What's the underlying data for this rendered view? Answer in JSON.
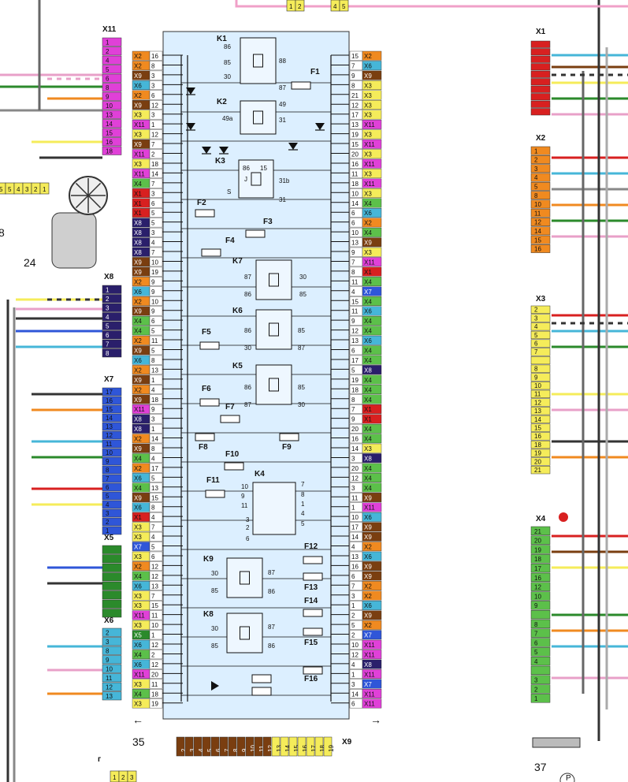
{
  "colors": {
    "block_fill": "#dcefff",
    "magenta": "#e040d8",
    "navy": "#2a1f6b",
    "blue": "#2f56d8",
    "green": "#2b8a2b",
    "cyan": "#46b6d8",
    "red": "#d82020",
    "orange": "#f08a20",
    "yellow": "#f5ec5a",
    "light_green": "#5cc04a",
    "brown": "#7a3e10",
    "purple": "#6a2a8a"
  },
  "mount_block": {
    "id": "35"
  },
  "components": {
    "wiper_motor": "24",
    "oil_sensor": "37",
    "oil_sensor_symbol": "P",
    "top_connector_a": [
      "1",
      "2"
    ],
    "top_connector_b": [
      "4",
      "5"
    ],
    "left_connector": [
      "5",
      "5",
      "4",
      "3",
      "2",
      "1"
    ],
    "bottom_connector": [
      "1",
      "2",
      "3"
    ],
    "cut_mark": "8",
    "bottom_mark": "г"
  },
  "left_connectors": {
    "x11": {
      "title": "X11",
      "pins": [
        "1",
        "2",
        "4",
        "5",
        "6",
        "8",
        "9",
        "10",
        "13",
        "14",
        "15",
        "16",
        "18"
      ]
    },
    "x8": {
      "title": "X8",
      "pins": [
        "1",
        "2",
        "3",
        "4",
        "5",
        "6",
        "7",
        "8"
      ]
    },
    "x7": {
      "title": "X7",
      "pins": [
        "17",
        "16",
        "15",
        "14",
        "13",
        "12",
        "11",
        "10",
        "9",
        "8",
        "7",
        "6",
        "5",
        "4",
        "3",
        "2",
        "1"
      ]
    },
    "x5": {
      "title": "X5",
      "pins": [
        "",
        "",
        "",
        "",
        "",
        "",
        "",
        ""
      ]
    },
    "x6": {
      "title": "X6",
      "pins": [
        "2",
        "3",
        "8",
        "9",
        "10",
        "11",
        "12",
        "13"
      ]
    }
  },
  "right_connectors": {
    "x1": {
      "title": "X1",
      "pins": [
        "",
        "",
        "",
        "",
        "",
        "",
        "",
        "",
        "",
        ""
      ]
    },
    "x2": {
      "title": "X2",
      "pins": [
        "1",
        "2",
        "3",
        "4",
        "5",
        "8",
        "10",
        "11",
        "12",
        "14",
        "15",
        "16"
      ]
    },
    "x3": {
      "title": "X3",
      "pins": [
        "2",
        "3",
        "4",
        "5",
        "6",
        "7",
        "",
        "8",
        "9",
        "10",
        "11",
        "12",
        "13",
        "14",
        "15",
        "16",
        "18",
        "19",
        "20",
        "21"
      ]
    },
    "x4": {
      "title": "X4",
      "pins": [
        "21",
        "20",
        "19",
        "18",
        "17",
        "16",
        "12",
        "10",
        "9",
        "",
        "8",
        "7",
        "6",
        "5",
        "4",
        "",
        "3",
        "2",
        "1"
      ]
    }
  },
  "block_left_pins": [
    {
      "c": "X2",
      "n": "16"
    },
    {
      "c": "X2",
      "n": "8"
    },
    {
      "c": "X9",
      "n": "3"
    },
    {
      "c": "X6",
      "n": "3"
    },
    {
      "c": "X2",
      "n": "6"
    },
    {
      "c": "X9",
      "n": "12"
    },
    {
      "c": "X3",
      "n": "3"
    },
    {
      "c": "X11",
      "n": "1"
    },
    {
      "c": "X3",
      "n": "12"
    },
    {
      "c": "X9",
      "n": "7"
    },
    {
      "c": "X11",
      "n": "2"
    },
    {
      "c": "X3",
      "n": "18"
    },
    {
      "c": "X11",
      "n": "14"
    },
    {
      "c": "X4",
      "n": "7"
    },
    {
      "c": "X1",
      "n": "3"
    },
    {
      "c": "X1",
      "n": "6"
    },
    {
      "c": "X1",
      "n": "5"
    },
    {
      "c": "X8",
      "n": "5"
    },
    {
      "c": "X8",
      "n": "3"
    },
    {
      "c": "X8",
      "n": "4"
    },
    {
      "c": "X8",
      "n": "7"
    },
    {
      "c": "X9",
      "n": "10"
    },
    {
      "c": "X9",
      "n": "19"
    },
    {
      "c": "X2",
      "n": "9"
    },
    {
      "c": "X6",
      "n": "9"
    },
    {
      "c": "X2",
      "n": "10"
    },
    {
      "c": "X9",
      "n": "9"
    },
    {
      "c": "X4",
      "n": "6"
    },
    {
      "c": "X4",
      "n": "5"
    },
    {
      "c": "X2",
      "n": "11"
    },
    {
      "c": "X9",
      "n": "5"
    },
    {
      "c": "X6",
      "n": "8"
    },
    {
      "c": "X2",
      "n": "13"
    },
    {
      "c": "X9",
      "n": "1"
    },
    {
      "c": "X2",
      "n": "4"
    },
    {
      "c": "X9",
      "n": "18"
    },
    {
      "c": "X11",
      "n": "9"
    },
    {
      "c": "X8",
      "n": "3"
    },
    {
      "c": "X8",
      "n": "1"
    },
    {
      "c": "X2",
      "n": "14"
    },
    {
      "c": "X9",
      "n": "8"
    },
    {
      "c": "X4",
      "n": "4"
    },
    {
      "c": "X2",
      "n": "17"
    },
    {
      "c": "X6",
      "n": "5"
    },
    {
      "c": "X4",
      "n": "13"
    },
    {
      "c": "X9",
      "n": "15"
    },
    {
      "c": "X6",
      "n": "8"
    },
    {
      "c": "X1",
      "n": "4"
    },
    {
      "c": "X3",
      "n": "7"
    },
    {
      "c": "X3",
      "n": "4"
    },
    {
      "c": "X7",
      "n": "5"
    },
    {
      "c": "X3",
      "n": "6"
    },
    {
      "c": "X2",
      "n": "12"
    },
    {
      "c": "X4",
      "n": "12"
    },
    {
      "c": "X6",
      "n": "13"
    },
    {
      "c": "X3",
      "n": "7"
    },
    {
      "c": "X3",
      "n": "15"
    },
    {
      "c": "X11",
      "n": "11"
    },
    {
      "c": "X3",
      "n": "10"
    },
    {
      "c": "X5",
      "n": "1"
    },
    {
      "c": "X6",
      "n": "12"
    },
    {
      "c": "X4",
      "n": "2"
    },
    {
      "c": "X6",
      "n": "12"
    },
    {
      "c": "X11",
      "n": "20"
    },
    {
      "c": "X3",
      "n": "11"
    },
    {
      "c": "X4",
      "n": "18"
    },
    {
      "c": "X3",
      "n": "19"
    }
  ],
  "block_right_pins": [
    {
      "n": "15",
      "c": "X2"
    },
    {
      "n": "7",
      "c": "X6"
    },
    {
      "n": "9",
      "c": "X9"
    },
    {
      "n": "8",
      "c": "X3"
    },
    {
      "n": "21",
      "c": "X3"
    },
    {
      "n": "12",
      "c": "X3"
    },
    {
      "n": "17",
      "c": "X3"
    },
    {
      "n": "13",
      "c": "X11"
    },
    {
      "n": "19",
      "c": "X3"
    },
    {
      "n": "15",
      "c": "X11"
    },
    {
      "n": "20",
      "c": "X3"
    },
    {
      "n": "16",
      "c": "X11"
    },
    {
      "n": "11",
      "c": "X3"
    },
    {
      "n": "18",
      "c": "X11"
    },
    {
      "n": "10",
      "c": "X3"
    },
    {
      "n": "14",
      "c": "X4"
    },
    {
      "n": "6",
      "c": "X6"
    },
    {
      "n": "6",
      "c": "X2"
    },
    {
      "n": "10",
      "c": "X4"
    },
    {
      "n": "13",
      "c": "X9"
    },
    {
      "n": "9",
      "c": "X3"
    },
    {
      "n": "7",
      "c": "X11"
    },
    {
      "n": "8",
      "c": "X1"
    },
    {
      "n": "11",
      "c": "X4"
    },
    {
      "n": "4",
      "c": "X7"
    },
    {
      "n": "15",
      "c": "X4"
    },
    {
      "n": "11",
      "c": "X6"
    },
    {
      "n": "9",
      "c": "X4"
    },
    {
      "n": "12",
      "c": "X4"
    },
    {
      "n": "13",
      "c": "X6"
    },
    {
      "n": "6",
      "c": "X4"
    },
    {
      "n": "17",
      "c": "X4"
    },
    {
      "n": "5",
      "c": "X8"
    },
    {
      "n": "19",
      "c": "X4"
    },
    {
      "n": "18",
      "c": "X4"
    },
    {
      "n": "8",
      "c": "X4"
    },
    {
      "n": "7",
      "c": "X1"
    },
    {
      "n": "9",
      "c": "X1"
    },
    {
      "n": "20",
      "c": "X4"
    },
    {
      "n": "16",
      "c": "X4"
    },
    {
      "n": "14",
      "c": "X3"
    },
    {
      "n": "3",
      "c": "X8"
    },
    {
      "n": "20",
      "c": "X4"
    },
    {
      "n": "12",
      "c": "X4"
    },
    {
      "n": "3",
      "c": "X4"
    },
    {
      "n": "11",
      "c": "X9"
    },
    {
      "n": "1",
      "c": "X11"
    },
    {
      "n": "10",
      "c": "X6"
    },
    {
      "n": "17",
      "c": "X9"
    },
    {
      "n": "14",
      "c": "X9"
    },
    {
      "n": "4",
      "c": "X2"
    },
    {
      "n": "13",
      "c": "X6"
    },
    {
      "n": "16",
      "c": "X9"
    },
    {
      "n": "6",
      "c": "X9"
    },
    {
      "n": "7",
      "c": "X2"
    },
    {
      "n": "3",
      "c": "X2"
    },
    {
      "n": "1",
      "c": "X6"
    },
    {
      "n": "2",
      "c": "X9"
    },
    {
      "n": "5",
      "c": "X2"
    },
    {
      "n": "2",
      "c": "X7"
    },
    {
      "n": "10",
      "c": "X11"
    },
    {
      "n": "12",
      "c": "X11"
    },
    {
      "n": "4",
      "c": "X8"
    },
    {
      "n": "1",
      "c": "X11"
    },
    {
      "n": "3",
      "c": "X7"
    },
    {
      "n": "14",
      "c": "X11"
    },
    {
      "n": "6",
      "c": "X11"
    }
  ],
  "relays": {
    "k1": {
      "name": "K1",
      "pins": [
        "86",
        "85",
        "30",
        "88",
        "87"
      ]
    },
    "k2": {
      "name": "K2",
      "pins": [
        "49a",
        "49",
        "31"
      ]
    },
    "k3": {
      "name": "K3",
      "pins": [
        "86",
        "15",
        "J",
        "S",
        "31b",
        "31"
      ]
    },
    "k7": {
      "name": "K7",
      "pins": [
        "87",
        "86",
        "30",
        "85"
      ]
    },
    "k6": {
      "name": "K6",
      "pins": [
        "86",
        "30",
        "85",
        "87"
      ]
    },
    "k5": {
      "name": "K5",
      "pins": [
        "86",
        "87",
        "85",
        "30"
      ]
    },
    "k4": {
      "name": "K4",
      "pins": [
        "10",
        "9",
        "11",
        "7",
        "8",
        "1",
        "4",
        "5",
        "3",
        "2",
        "6"
      ]
    },
    "k9": {
      "name": "K9",
      "pins": [
        "30",
        "85",
        "87",
        "86"
      ]
    },
    "k8": {
      "name": "K8",
      "pins": [
        "30",
        "85",
        "87",
        "86"
      ]
    }
  },
  "fuses": [
    "F1",
    "F2",
    "F3",
    "F4",
    "F5",
    "F6",
    "F7",
    "F8",
    "F9",
    "F10",
    "F11",
    "F12",
    "F13",
    "F14",
    "F15",
    "F16"
  ],
  "x9_connector": {
    "title": "X9",
    "pins": [
      "2",
      "3",
      "4",
      "5",
      "6",
      "7",
      "8",
      "9",
      "10",
      "11",
      "12",
      "13",
      "14",
      "15",
      "16",
      "17",
      "18",
      "19"
    ]
  }
}
